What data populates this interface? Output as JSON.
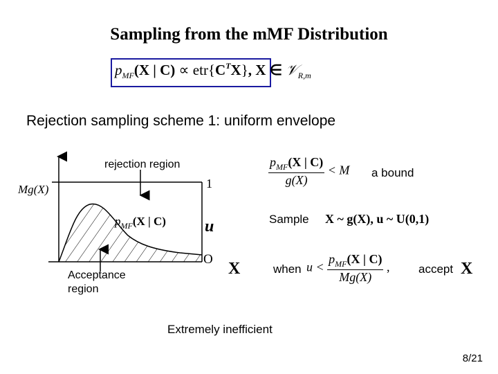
{
  "slide": {
    "title": "Sampling from the mMF Distribution",
    "subtitle": "Rejection sampling scheme 1: uniform envelope",
    "formula": {
      "p": "p",
      "p_sub": "MF",
      "args": "(X | C)",
      "prop": " ∝ etr{",
      "C": "C",
      "C_sup": "T",
      "X": "X",
      "close": "}",
      "comma_x": ",  X ∈ ",
      "V": "𝒱",
      "V_sub": "R,m"
    },
    "figure": {
      "rejection_label": "rejection region",
      "acceptance_label_line1": "Acceptance",
      "acceptance_label_line2": "region",
      "mg_label": "Mg(X)",
      "one_label": "1",
      "curve_label_p": "p",
      "curve_label_sub": "MF",
      "curve_label_args": "(X | C)",
      "u_label": "u",
      "origin_label": "O",
      "x_label": "X"
    },
    "bound": {
      "num_p": "p",
      "num_sub": "MF",
      "num_args": "(X | C)",
      "den": "g(X)",
      "lt_M": "< M",
      "text": "a bound"
    },
    "sample": {
      "label": "Sample",
      "math": "X ~ g(X),  u ~ U(0,1)"
    },
    "when": {
      "label": "when",
      "u_lt": "u <",
      "num_p": "p",
      "num_sub": "MF",
      "num_args": "(X | C)",
      "den": "Mg(X)",
      "comma": ",",
      "accept": "accept",
      "X": "X"
    },
    "conclusion": "Extremely inefficient",
    "page": "8/21"
  }
}
